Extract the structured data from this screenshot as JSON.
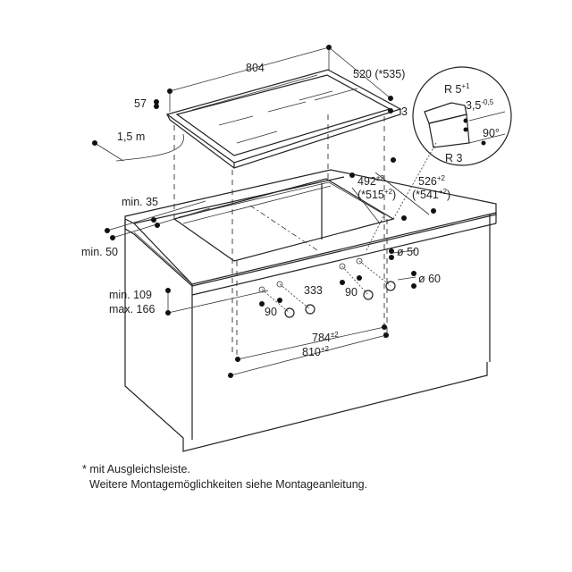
{
  "dimensions": {
    "cooktop_width": "804",
    "cooktop_depth": "520 (*535)",
    "cooktop_height": "57",
    "frame_thickness": "3",
    "cable_length": "1,5 m",
    "radius_top": "R 5",
    "radius_top_tol": "+1",
    "edge_depth": "3,5",
    "edge_depth_tol": "-0,5",
    "angle": "90°",
    "radius_bottom": "R 3",
    "cutout_depth": "492",
    "cutout_depth_tol": "±2",
    "cutout_depth_alt": "(*515",
    "cutout_depth_alt_tol": "+2",
    "outer_depth": "526",
    "outer_depth_tol": "+2",
    "outer_depth_alt": "(*541",
    "outer_depth_alt_tol": "+2",
    "back_min": "min. 35",
    "front_min": "min. 50",
    "height_min": "min. 109",
    "height_max": "max. 166",
    "knob_spacing": "333",
    "knob_offset_left": "90",
    "knob_offset_right": "90",
    "hole_dia_small": "ø 50",
    "hole_dia_large": "ø 60",
    "inner_width": "784",
    "inner_width_tol": "±2",
    "outer_width": "810",
    "outer_width_tol": "+2"
  },
  "notes": {
    "line1": "* mit Ausgleichsleiste.",
    "line2": "Weitere Montagemöglichkeiten siehe Montageanleitung."
  }
}
